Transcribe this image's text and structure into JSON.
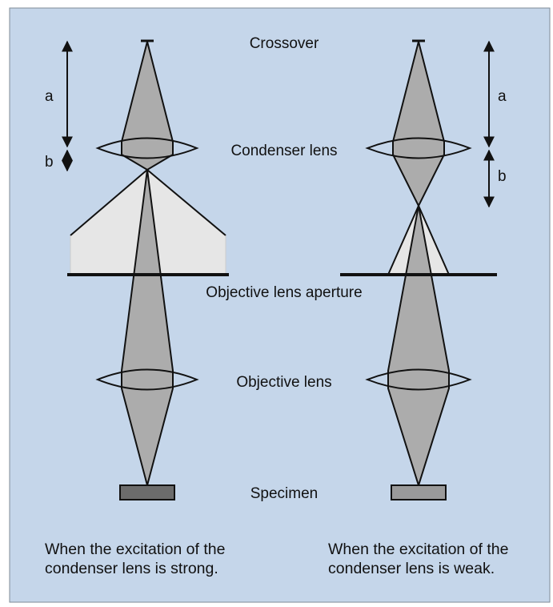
{
  "labels": {
    "crossover": "Crossover",
    "condenser_lens": "Condenser lens",
    "objective_lens_aperture": "Objective lens aperture",
    "objective_lens": "Objective lens",
    "specimen": "Specimen"
  },
  "left_panel": {
    "dist_a": "a",
    "dist_b": "b",
    "caption_line1": "When the excitation of the",
    "caption_line2": "condenser lens is strong."
  },
  "right_panel": {
    "dist_a": "a",
    "dist_b": "b",
    "caption_line1": "When the excitation of the",
    "caption_line2": "condenser lens is weak."
  },
  "colors": {
    "background": "#c5d6ea",
    "beam": "#acacac",
    "divergent_beam": "#e6e6e6",
    "specimen_left": "#6c6c6c",
    "specimen_right": "#9a9a9a",
    "ink": "#111111"
  }
}
